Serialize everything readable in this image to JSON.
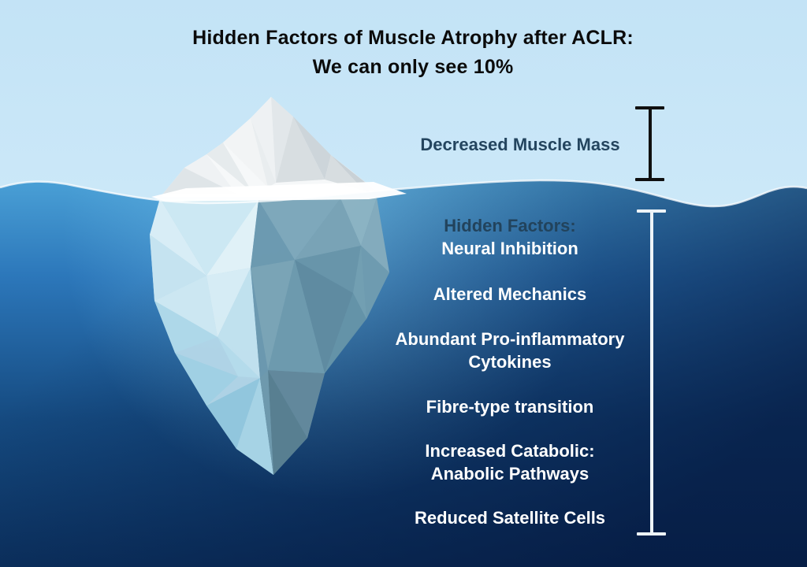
{
  "title": {
    "line1": "Hidden Factors of Muscle Atrophy after ACLR:",
    "line2": "We can only see 10%"
  },
  "above_water": {
    "label": "Decreased Muscle Mass"
  },
  "below_water": {
    "blocks": [
      {
        "lines": [
          {
            "text": "Hidden Factors:",
            "tone": "dark"
          },
          {
            "text": "Neural Inhibition",
            "tone": "light"
          }
        ]
      },
      {
        "lines": [
          {
            "text": "Altered Mechanics",
            "tone": "light"
          }
        ]
      },
      {
        "lines": [
          {
            "text": "Abundant Pro-inflammatory",
            "tone": "light"
          },
          {
            "text": "Cytokines",
            "tone": "light"
          }
        ]
      },
      {
        "lines": [
          {
            "text": "Fibre-type transition",
            "tone": "light"
          }
        ]
      },
      {
        "lines": [
          {
            "text": "Increased Catabolic:",
            "tone": "light"
          },
          {
            "text": "Anabolic Pathways",
            "tone": "light"
          }
        ]
      },
      {
        "lines": [
          {
            "text": "Reduced Satellite Cells",
            "tone": "light"
          }
        ]
      }
    ]
  },
  "colors": {
    "sky_top": "#c3e3f6",
    "sky_bottom": "#dbf1fc",
    "water_surface": "#4aa0d6",
    "water_deep": "#0a2a52",
    "iceberg_above": "#f6f8f9",
    "iceberg_below_light": "#b9dcec",
    "iceberg_below_dark": "#6d9ab0",
    "label_dark": "#22435c",
    "label_light": "#ffffff",
    "bracket_above_water": "#101010",
    "bracket_below_water": "#eef4f8"
  }
}
